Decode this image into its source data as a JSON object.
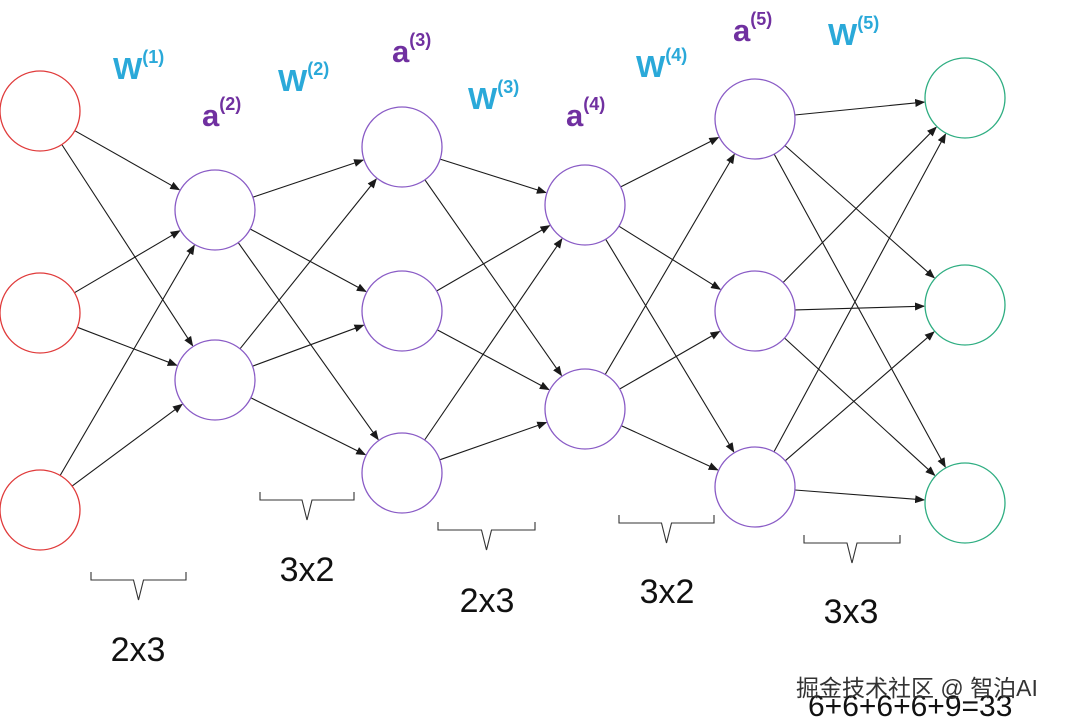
{
  "colors": {
    "input_node": "#e03c3c",
    "hidden_node": "#8a5cc6",
    "output_node": "#2fae82",
    "weight_label": "#2aa9d9",
    "activation_label": "#7030a0",
    "edge": "#1a1a1a"
  },
  "layers": [
    {
      "nodes": 3,
      "role": "input"
    },
    {
      "nodes": 2,
      "role": "hidden"
    },
    {
      "nodes": 3,
      "role": "hidden"
    },
    {
      "nodes": 2,
      "role": "hidden"
    },
    {
      "nodes": 3,
      "role": "hidden"
    },
    {
      "nodes": 3,
      "role": "output"
    }
  ],
  "weight_labels": [
    {
      "base": "W",
      "sup": "(1)"
    },
    {
      "base": "W",
      "sup": "(2)"
    },
    {
      "base": "W",
      "sup": "(3)"
    },
    {
      "base": "W",
      "sup": "(4)"
    },
    {
      "base": "W",
      "sup": "(5)"
    }
  ],
  "activation_labels": [
    {
      "base": "a",
      "sup": "(2)"
    },
    {
      "base": "a",
      "sup": "(3)"
    },
    {
      "base": "a",
      "sup": "(4)"
    },
    {
      "base": "a",
      "sup": "(5)"
    }
  ],
  "dimension_labels": [
    "2x3",
    "3x2",
    "2x3",
    "3x2",
    "3x3"
  ],
  "sum_text": "6+6+6+6+9=33",
  "watermark": "掘金技术社区 @ 智泊AI"
}
